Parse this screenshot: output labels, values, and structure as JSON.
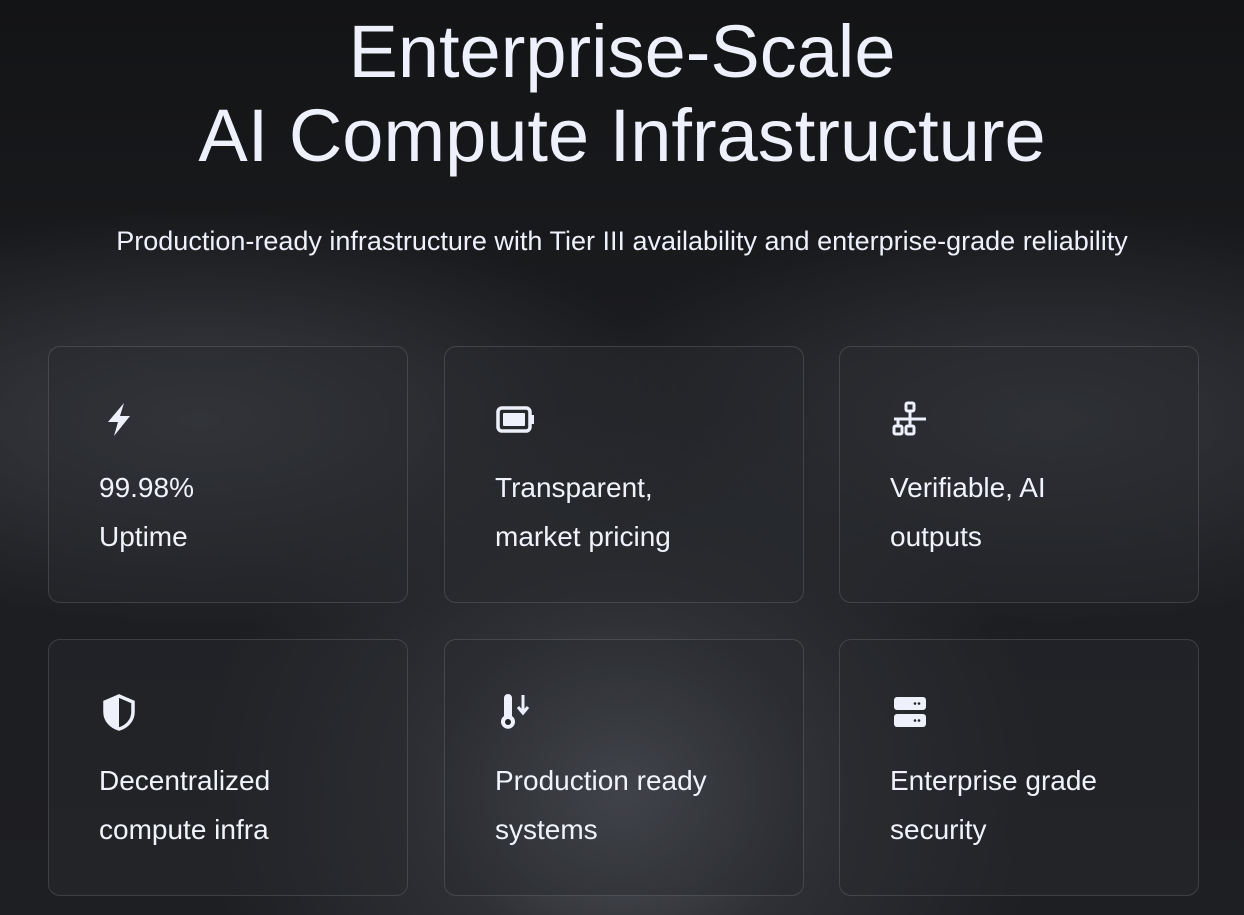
{
  "hero": {
    "title_line1": "Enterprise-Scale",
    "title_line2": "AI Compute Infrastructure",
    "subtitle": "Production-ready infrastructure with Tier III availability and enterprise-grade reliability"
  },
  "features": [
    {
      "icon": "lightning-icon",
      "line1": "99.98%",
      "line2": "Uptime"
    },
    {
      "icon": "battery-icon",
      "line1": "Transparent,",
      "line2": "market pricing"
    },
    {
      "icon": "network-icon",
      "line1": "Verifiable, AI",
      "line2": "outputs"
    },
    {
      "icon": "shield-icon",
      "line1": "Decentralized",
      "line2": "compute infra"
    },
    {
      "icon": "thermometer-down-icon",
      "line1": "Production ready",
      "line2": "systems"
    },
    {
      "icon": "server-icon",
      "line1": "Enterprise grade",
      "line2": "security"
    }
  ]
}
